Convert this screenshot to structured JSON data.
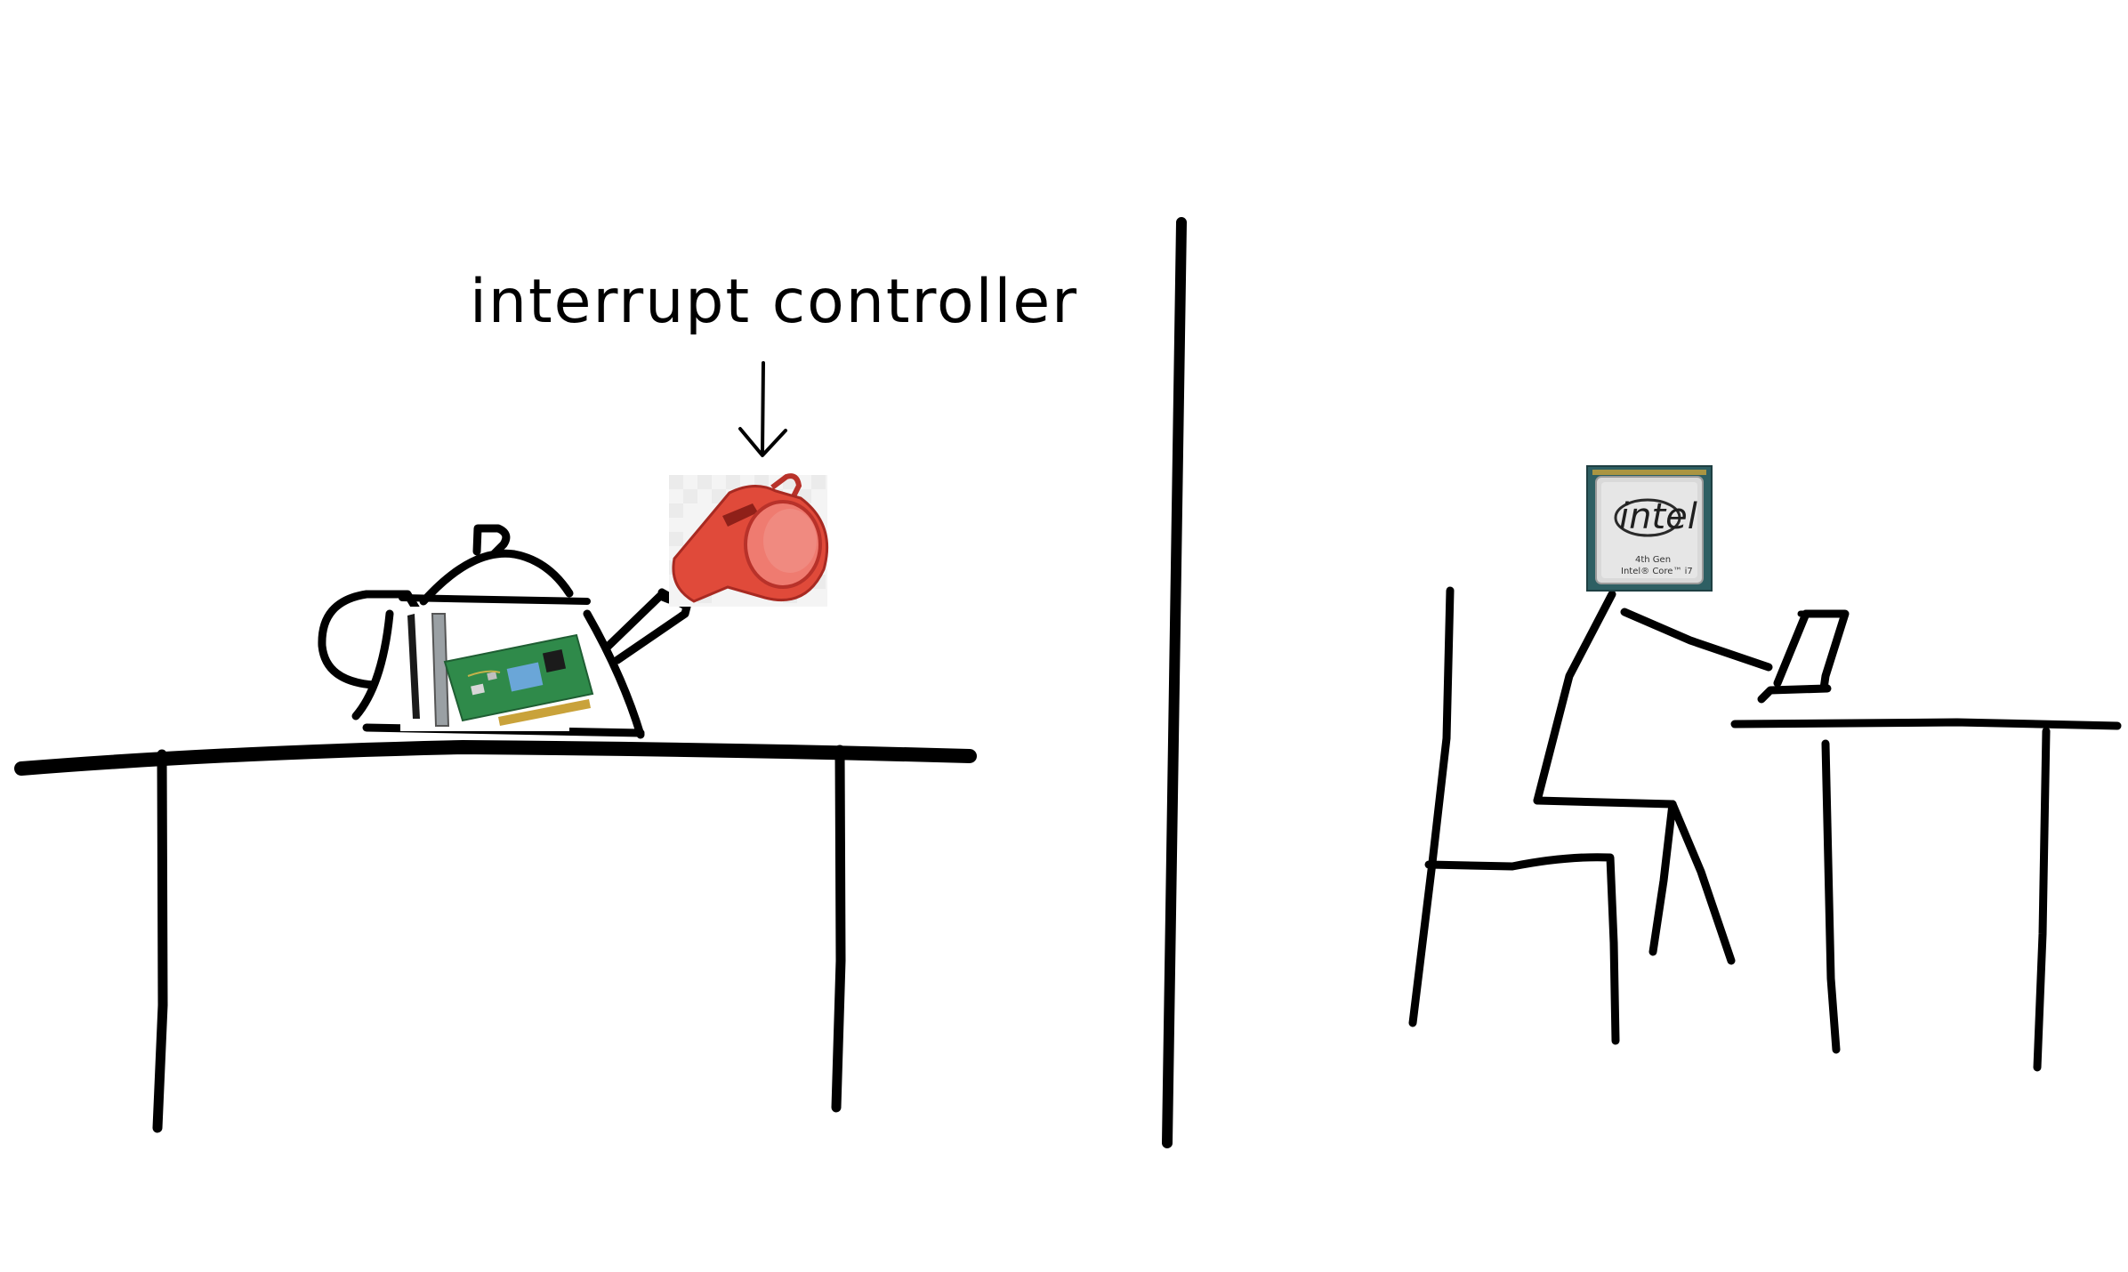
{
  "label": {
    "text": "interrupt controller"
  },
  "cpu_chip": {
    "brand": "intel",
    "line1": "4th Gen",
    "line2": "Intel® Core™ i7"
  },
  "colors": {
    "ink": "#000000",
    "whistle_red": "#e04a3a",
    "whistle_dark": "#b8322a",
    "whistle_face": "#ef7b70",
    "pcb_green": "#2f8a4a",
    "chip_frame": "#2e5f63",
    "chip_lid": "#d9d9d9"
  },
  "icons": [
    "kettle-icon",
    "network-card-icon",
    "whistle-icon",
    "down-arrow-icon",
    "cpu-chip-icon",
    "laptop-icon",
    "stick-figure-icon"
  ]
}
